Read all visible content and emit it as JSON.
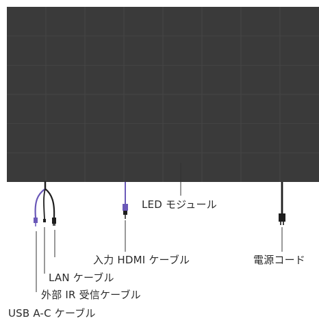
{
  "labels": {
    "led_module": "LED モジュール",
    "hdmi_cable": "入力 HDMI ケーブル",
    "power_cord": "電源コード",
    "lan_cable": "LAN ケーブル",
    "ir_cable": "外部 IR 受信ケーブル",
    "usb_cable": "USB A-C ケーブル"
  },
  "colors": {
    "panel": "#3a3a3a",
    "panel_grid": "#454545",
    "purple_cable": "#6a58b8",
    "dark_cable": "#1e1e1e",
    "callout_line": "#333333",
    "text": "#2a2a2a"
  },
  "module_grid": {
    "columns": 8,
    "rows": 6
  }
}
